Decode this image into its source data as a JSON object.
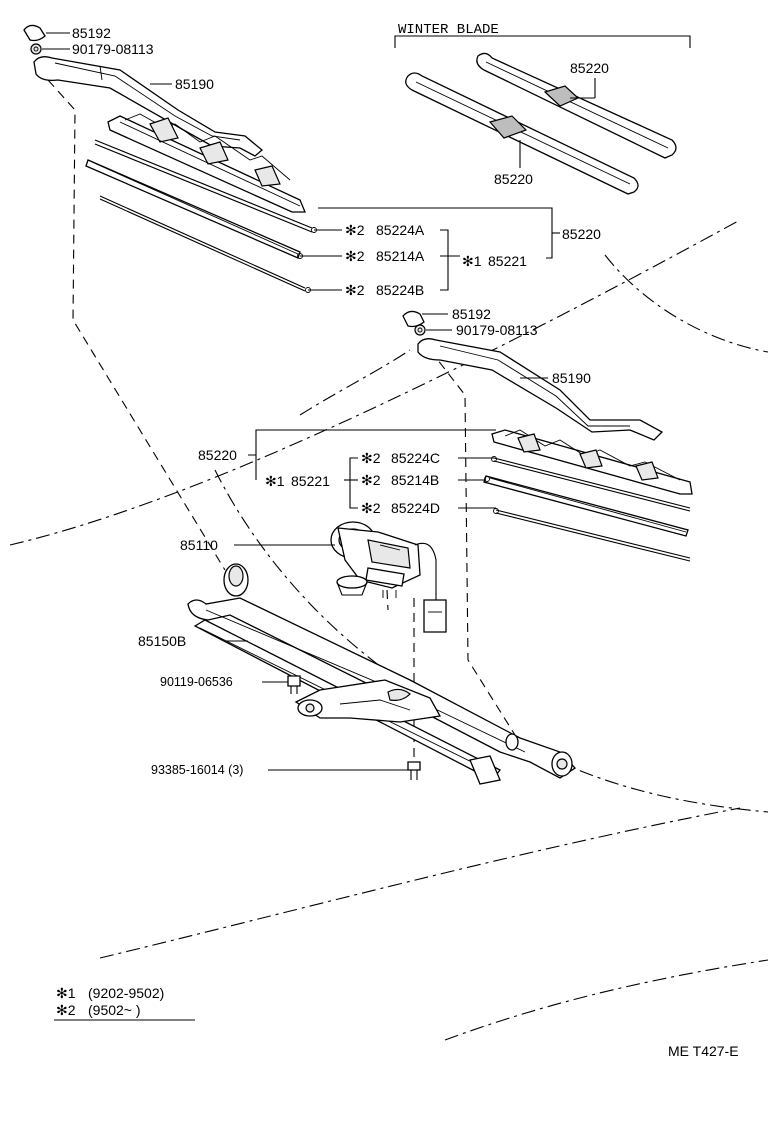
{
  "diagram": {
    "sheet_code": "ME T427-E",
    "winter_blade_title": "WINTER BLADE",
    "labels": {
      "cap_top": "85192",
      "nut_top": "90179-08113",
      "arm_top": "85190",
      "winter_blade_upper": "85220",
      "winter_blade_lower": "85220",
      "blade_top_group": "85220",
      "rubber_a": "85224A",
      "rubber_mid_a": "85214A",
      "blade_assy_a": "85221",
      "rubber_b": "85224B",
      "cap_second": "85192",
      "nut_second": "90179-08113",
      "arm_second": "85190",
      "blade_second_group": "85220",
      "blade_assy_b": "85221",
      "rubber_c": "85224C",
      "rubber_mid_b": "85214B",
      "rubber_d": "85224D",
      "motor": "85110",
      "link": "85150B",
      "bolt_link": "90119-06536",
      "bolt_motor": "93385-16014 (3)"
    },
    "marks": {
      "star1": "✻1",
      "star2": "✻2"
    },
    "legend": {
      "star1_mark": "✻1",
      "star1_range": "(9202-9502)",
      "star2_mark": "✻2",
      "star2_range": "(9502~      )"
    }
  }
}
